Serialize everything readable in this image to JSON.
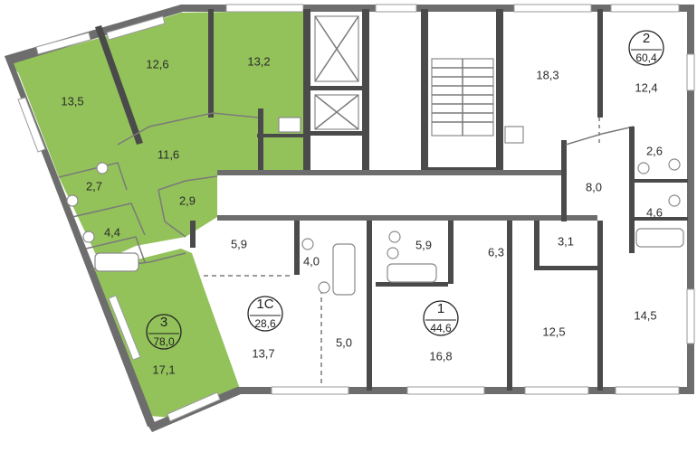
{
  "plan": {
    "accent_color": "#93c25a",
    "rooms": {
      "a3_bedroom_1": "13,5",
      "a3_bedroom_2": "12,6",
      "a3_bedroom_3": "13,2",
      "a3_hall": "11,6",
      "a3_bath_1": "2,7",
      "a3_storage": "2,9",
      "a3_bath_2": "4,4",
      "a3_living": "17,1",
      "a2_room": "18,3",
      "a2_kitchen": "12,4",
      "a2_bath_1": "2,6",
      "a2_hall": "8,0",
      "a2_bath_2": "4,6",
      "a1c_hall": "5,9",
      "a1c_bath": "4,0",
      "a1c_room": "13,7",
      "a1c_kitchen": "5,0",
      "a1_hall": "5,9",
      "a1_bath": "6,3",
      "a1_storage": "3,1",
      "a1_room": "16,8",
      "a1_kitchen": "12,5",
      "right_room": "14,5"
    },
    "apartments": {
      "apt3": {
        "number": "3",
        "area": "78,0"
      },
      "apt2": {
        "number": "2",
        "area": "60,4"
      },
      "apt1c": {
        "number": "1С",
        "area": "28,6"
      },
      "apt1": {
        "number": "1",
        "area": "44,6"
      }
    }
  }
}
